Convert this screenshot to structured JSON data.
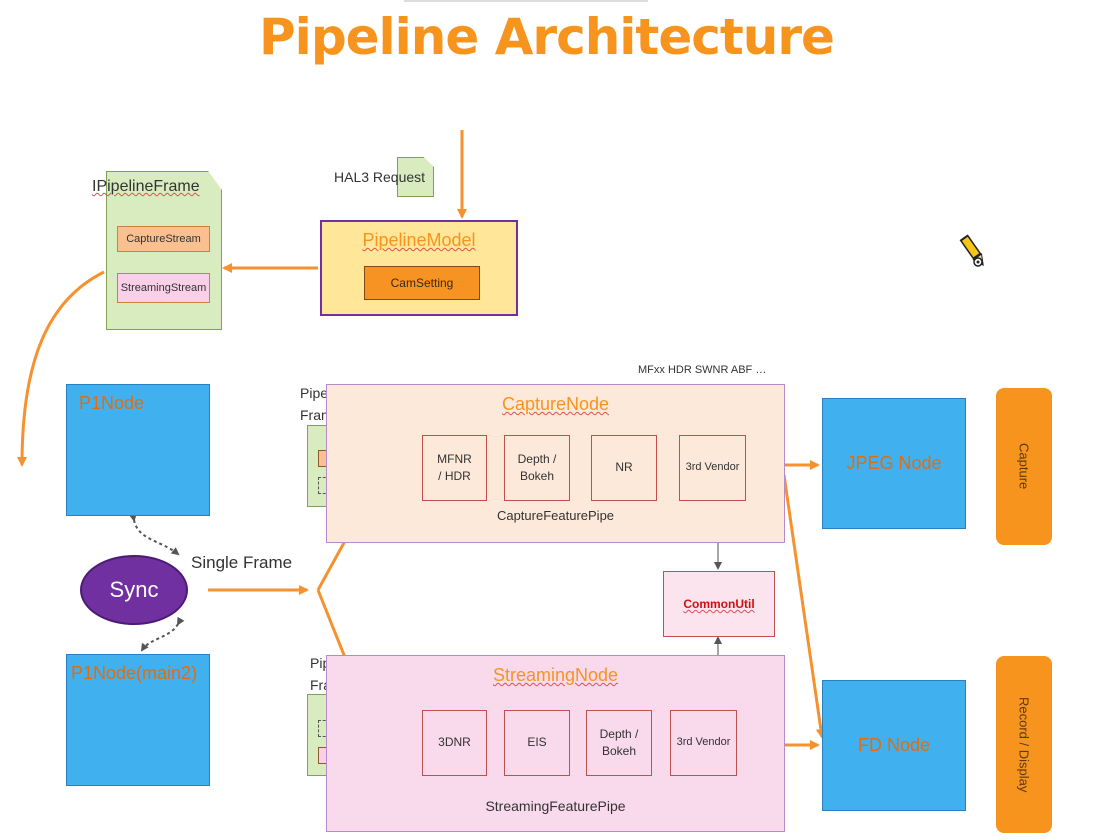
{
  "title": "Pipeline Architecture",
  "hal3_request": "HAL3 Request",
  "pipeline_frame_doc": {
    "title": "IPipelineFrame",
    "streams": [
      "CaptureStream",
      "StreamingStream"
    ]
  },
  "pipeline_model": {
    "title": "PipelineModel",
    "inner": "CamSetting"
  },
  "p1nodes": [
    "P1Node",
    "P1Node(main2)"
  ],
  "sync": "Sync",
  "single_frame": "Single Frame",
  "pipeline_frame_label": "Pipeline Frame",
  "capture_node": {
    "title": "CaptureNode",
    "plugins_label": "MFxx  HDR   SWNR  ABF …",
    "features": [
      "MFNR / HDR",
      "Depth / Bokeh",
      "NR",
      "3rd Vendor"
    ],
    "pipe_label": "CaptureFeaturePipe"
  },
  "streaming_node": {
    "title": "StreamingNode",
    "features": [
      "3DNR",
      "EIS",
      "Depth / Bokeh",
      "3rd Vendor"
    ],
    "pipe_label": "StreamingFeaturePipe"
  },
  "common_util": "CommonUtil",
  "jpeg_node": "JPEG Node",
  "fd_node": "FD Node",
  "tabs": [
    "Capture",
    "Record / Display"
  ],
  "colors": {
    "title": "#f7941d",
    "arrow": "#f5922f",
    "node_blue": "#41b0ef",
    "capture_fill": "#fde9d9",
    "streaming_fill": "#f9d9ec",
    "sync_fill": "#7030a0"
  }
}
